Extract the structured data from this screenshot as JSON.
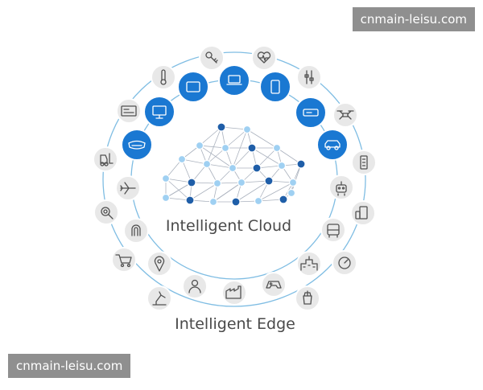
{
  "watermark_top": "cnmain-leisu.com",
  "watermark_bottom": "cnmain-leisu.com",
  "cloud_label": "Intelligent Cloud",
  "edge_label": "Intelligent Edge",
  "colors": {
    "accent": "#1a78d2",
    "ring": "#7fbde3",
    "grey_node": "#e8e8e8",
    "icon_dark": "#505050",
    "net_line": "#8e98a8",
    "net_light": "#9fd0f2",
    "net_dark": "#1f5ea8"
  },
  "device_icons": [
    {
      "name": "key",
      "style": "grey"
    },
    {
      "name": "heart-monitor",
      "style": "grey"
    },
    {
      "name": "tablet",
      "style": "blue"
    },
    {
      "name": "laptop",
      "style": "blue"
    },
    {
      "name": "phone",
      "style": "blue"
    },
    {
      "name": "thermometer",
      "style": "grey"
    },
    {
      "name": "sliders",
      "style": "grey"
    },
    {
      "name": "desktop",
      "style": "blue"
    },
    {
      "name": "hololens",
      "style": "blue"
    },
    {
      "name": "router",
      "style": "blue"
    },
    {
      "name": "drone",
      "style": "grey"
    },
    {
      "name": "car",
      "style": "blue"
    },
    {
      "name": "card-reader",
      "style": "grey"
    },
    {
      "name": "forklift",
      "style": "grey"
    },
    {
      "name": "airplane",
      "style": "grey"
    },
    {
      "name": "gear-wrench",
      "style": "grey"
    },
    {
      "name": "biometric",
      "style": "grey"
    },
    {
      "name": "cart",
      "style": "grey"
    },
    {
      "name": "location-pin",
      "style": "grey"
    },
    {
      "name": "robot-arm",
      "style": "grey"
    },
    {
      "name": "person",
      "style": "grey"
    },
    {
      "name": "factory",
      "style": "grey"
    },
    {
      "name": "gamepad",
      "style": "grey"
    },
    {
      "name": "cup",
      "style": "grey"
    },
    {
      "name": "building",
      "style": "grey"
    },
    {
      "name": "gauge",
      "style": "grey"
    },
    {
      "name": "bus",
      "style": "grey"
    },
    {
      "name": "appliance",
      "style": "grey"
    },
    {
      "name": "robot",
      "style": "grey"
    },
    {
      "name": "panel",
      "style": "grey"
    }
  ]
}
